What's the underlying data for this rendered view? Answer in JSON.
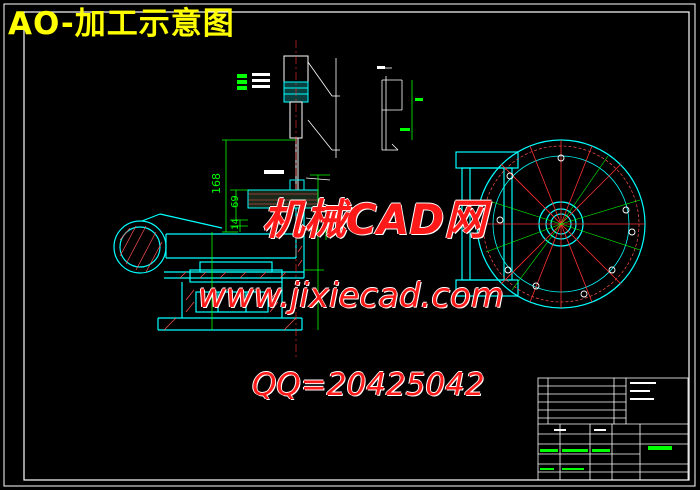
{
  "title": "AO-加工示意图",
  "watermarks": {
    "site_cn": "机械CAD网",
    "site_url": "www.jixiecad.com",
    "qq": "QQ=2042504​2"
  },
  "dimensions": {
    "d168": "168",
    "d69": "69",
    "d14": "14"
  },
  "colors": {
    "frame": "#ffffff",
    "part": "#00ffff",
    "dim": "#00ff00",
    "title": "#ffff00",
    "watermark": "#ff1a1a",
    "center": "#ff3030"
  }
}
